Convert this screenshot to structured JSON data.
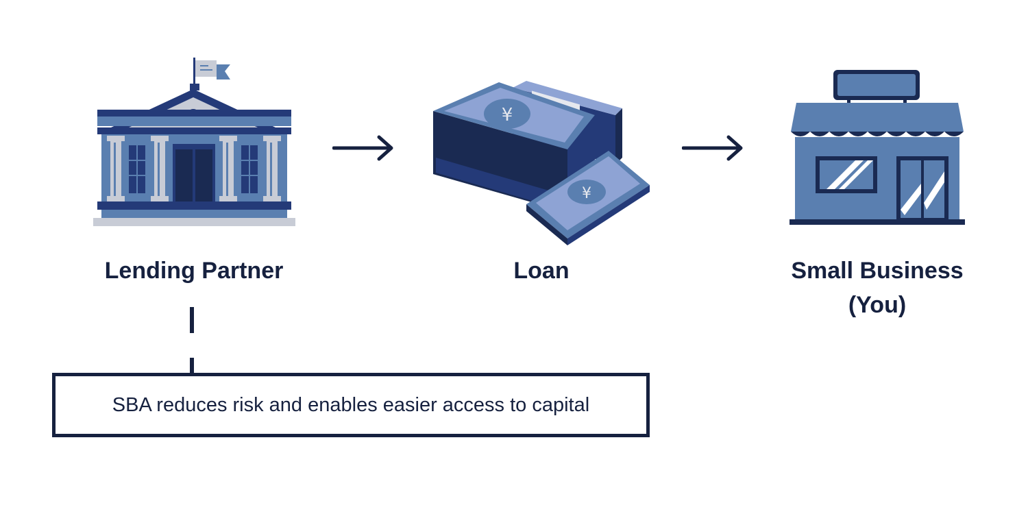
{
  "nodes": {
    "lender": {
      "label": "Lending Partner"
    },
    "loan": {
      "label": "Loan"
    },
    "business": {
      "label_line1": "Small Business",
      "label_line2": "(You)"
    }
  },
  "note": {
    "text": "SBA reduces risk and enables easier access to capital"
  },
  "icons": {
    "lender": "bank-building-icon",
    "loan": "money-stack-icon",
    "business": "storefront-icon",
    "arrows": "arrow-right-icon"
  },
  "colors": {
    "text": "#16213f",
    "blue_mid": "#5a7fb0",
    "blue_dark": "#243a78",
    "blue_light": "#8ea3d4",
    "navy": "#1a2a52",
    "gray_light": "#c8ccd6"
  }
}
